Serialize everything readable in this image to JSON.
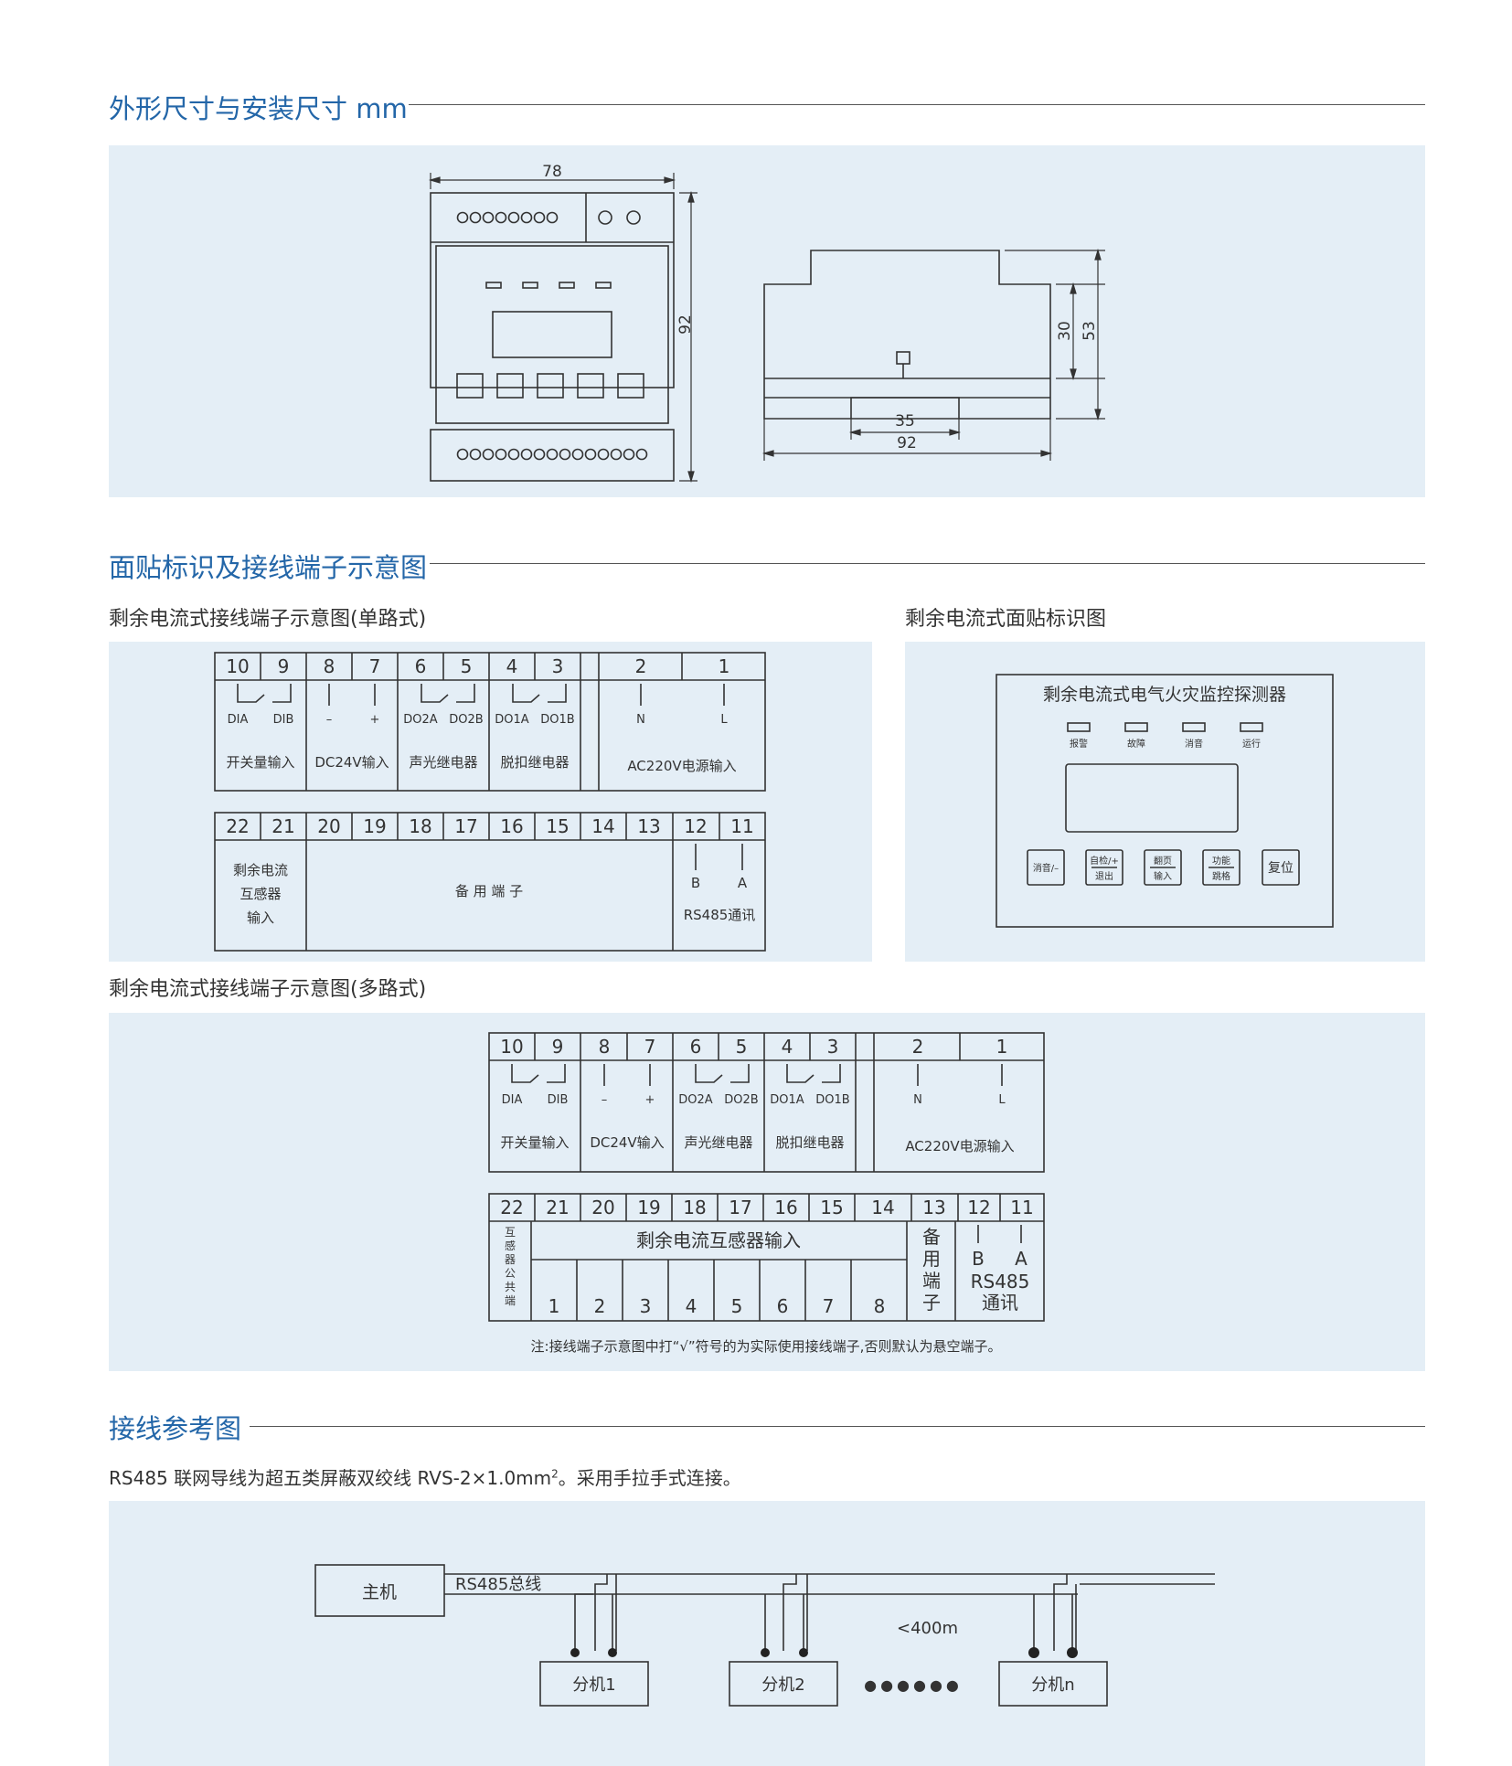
{
  "sections": {
    "dimensions": {
      "title": "外形尺寸与安装尺寸 mm"
    },
    "labeling": {
      "title": "面贴标识及接线端子示意图",
      "single_title": "剩余电流式接线端子示意图(单路式)",
      "panel_title": "剩余电流式面贴标识图",
      "multi_title": "剩余电流式接线端子示意图(多路式)"
    },
    "wiring": {
      "title": "接线参考图",
      "note_prefix": "RS485 联网导线为超五类屏蔽双绞线 RVS-2×1.0mm",
      "note_sup": "2",
      "note_suffix": "。采用手拉手式连接。"
    }
  },
  "dims": {
    "width_front": "78",
    "height_front": "92",
    "h30": "30",
    "h53": "53",
    "w35": "35",
    "w92": "92"
  },
  "terminals": {
    "row1_numbers": [
      "10",
      "9",
      "8",
      "7",
      "6",
      "5",
      "4",
      "3",
      "2",
      "1"
    ],
    "row1_signals": [
      "DIA",
      "DIB",
      "–",
      "+",
      "DO2A",
      "DO2B",
      "DO1A",
      "DO1B",
      "N",
      "L"
    ],
    "row1_groups": [
      "开关量输入",
      "DC24V输入",
      "声光继电器",
      "脱扣继电器",
      "AC220V电源输入"
    ],
    "single_row2_numbers": [
      "22",
      "21",
      "20",
      "19",
      "18",
      "17",
      "16",
      "15",
      "14",
      "13",
      "12",
      "11"
    ],
    "single_ct_lines": [
      "剩余电流",
      "互感器",
      "输入"
    ],
    "single_spare": "备 用 端 子",
    "single_rs485_signals": [
      "B",
      "A"
    ],
    "single_rs485_label": "RS485通讯",
    "multi_row2_numbers": [
      "22",
      "21",
      "20",
      "19",
      "18",
      "17",
      "16",
      "15",
      "14",
      "13",
      "12",
      "11"
    ],
    "multi_common_lines": [
      "互",
      "感",
      "器",
      "公",
      "共",
      "端"
    ],
    "multi_ct_label": "剩余电流互感器输入",
    "multi_ct_channels": [
      "1",
      "2",
      "3",
      "4",
      "5",
      "6",
      "7",
      "8"
    ],
    "multi_spare_lines": [
      "备",
      "用",
      "端",
      "子"
    ],
    "multi_rs485_signals": [
      "B",
      "A"
    ],
    "multi_rs485_lines": [
      "RS485",
      "通讯"
    ],
    "footnote": "注:接线端子示意图中打“√”符号的为实际使用接线端子,否则默认为悬空端子。"
  },
  "panel": {
    "title": "剩余电流式电气火灾监控探测器",
    "leds": [
      "报警",
      "故障",
      "消音",
      "运行"
    ],
    "buttons": [
      {
        "top": "消音/–",
        "bottom": ""
      },
      {
        "top": "自检/+",
        "bottom": "退出"
      },
      {
        "top": "翻页",
        "bottom": "输入"
      },
      {
        "top": "功能",
        "bottom": "跳格"
      },
      {
        "top": "复位",
        "bottom": ""
      }
    ]
  },
  "wiring": {
    "host": "主机",
    "bus": "RS485总线",
    "distance": "<400m",
    "slaves": [
      "分机1",
      "分机2",
      "分机n"
    ],
    "ellipsis": "●●●●●●"
  }
}
